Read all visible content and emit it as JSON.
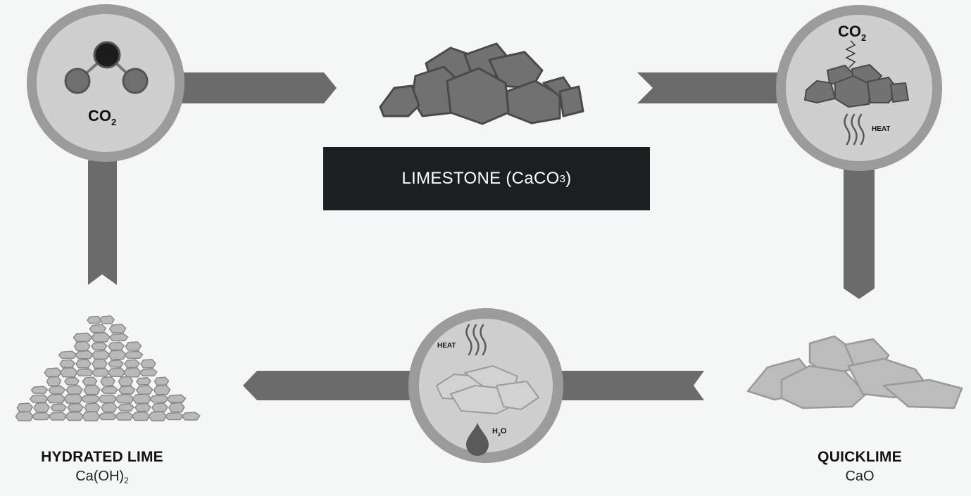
{
  "nodes": {
    "co2_circle": {
      "label_main": "CO",
      "label_sub": "2"
    },
    "limestone": {
      "label_main": "LIMESTONE (CaCO",
      "label_sub": "3",
      "label_end": ")"
    },
    "calcination_circle": {
      "co2_main": "CO",
      "co2_sub": "2",
      "heat": "HEAT"
    },
    "quicklime": {
      "name": "QUICKLIME",
      "formula": "CaO"
    },
    "slaking_circle": {
      "heat": "HEAT",
      "water_main": "H",
      "water_sub": "2",
      "water_end": "O"
    },
    "hydrated_lime": {
      "name": "HYDRATED LIME",
      "formula_main": "Ca(OH)",
      "formula_sub": "2"
    }
  },
  "colors": {
    "background": "#f5f7f7",
    "arrow": "#6b6b6b",
    "circle_ring": "#9b9b9b",
    "circle_fill": "#cfcfcf",
    "rock_dark": "#6f6f6f",
    "rock_light": "#b7b7b7",
    "label_box": "#1b1f1f"
  }
}
